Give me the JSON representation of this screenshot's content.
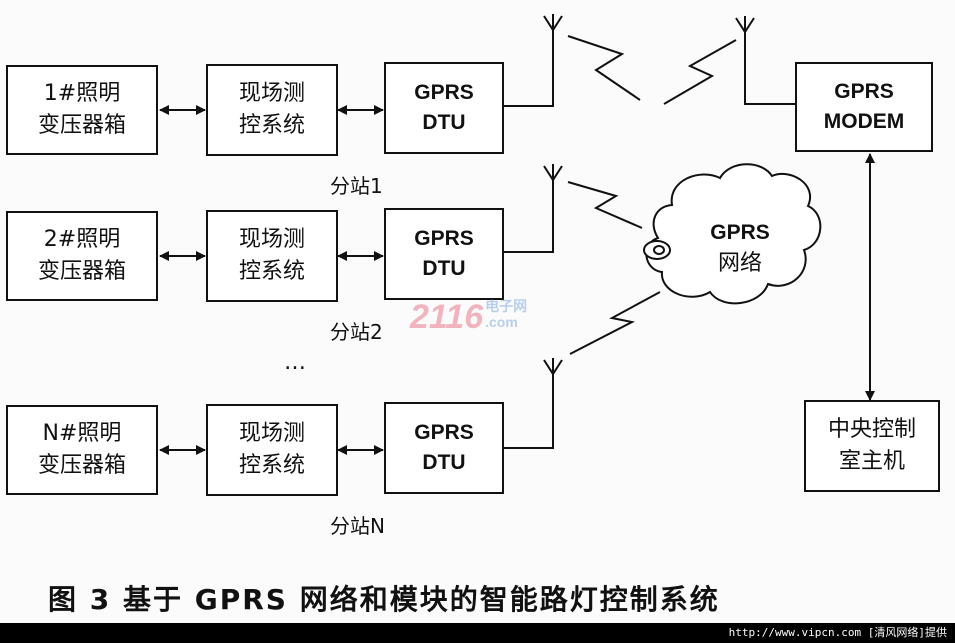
{
  "stations": [
    {
      "transformer": [
        "1#照明",
        "变压器箱"
      ],
      "control": [
        "现场测",
        "控系统"
      ],
      "dtu": [
        "GPRS",
        "DTU"
      ],
      "label": "分站1"
    },
    {
      "transformer": [
        "2#照明",
        "变压器箱"
      ],
      "control": [
        "现场测",
        "控系统"
      ],
      "dtu": [
        "GPRS",
        "DTU"
      ],
      "label": "分站2"
    },
    {
      "transformer": [
        "N#照明",
        "变压器箱"
      ],
      "control": [
        "现场测",
        "控系统"
      ],
      "dtu": [
        "GPRS",
        "DTU"
      ],
      "label": "分站N"
    }
  ],
  "ellipsis": "…",
  "modem": [
    "GPRS",
    "MODEM"
  ],
  "network": [
    "GPRS",
    "网络"
  ],
  "host": [
    "中央控制",
    "室主机"
  ],
  "caption": "图 3   基于 GPRS 网络和模块的智能路灯控制系统",
  "watermark": {
    "big": "2116",
    "small_top": "电子网",
    "small_bottom": ".com"
  },
  "footer": "http://www.vipcn.com [清风网络]提供"
}
